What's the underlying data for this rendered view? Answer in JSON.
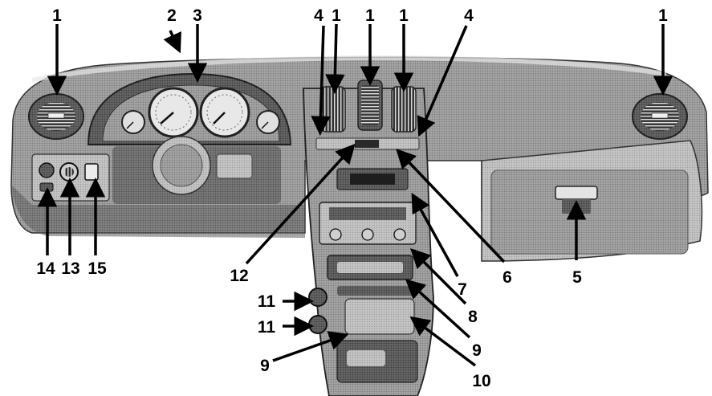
{
  "figure": {
    "background_color": "#ffffff",
    "ink_color": "#000000"
  },
  "callouts": [
    {
      "id": "vent-left",
      "label": "1"
    },
    {
      "id": "vent-center-left",
      "label": "1"
    },
    {
      "id": "vent-center",
      "label": "1"
    },
    {
      "id": "vent-center-right",
      "label": "1"
    },
    {
      "id": "vent-right",
      "label": "1"
    },
    {
      "id": "defroster",
      "label": "2"
    },
    {
      "id": "instrument-cluster",
      "label": "3"
    },
    {
      "id": "side-indicator-left",
      "label": "4"
    },
    {
      "id": "side-indicator-right",
      "label": "4"
    },
    {
      "id": "glovebox-handle",
      "label": "5"
    },
    {
      "id": "clock-display",
      "label": "6"
    },
    {
      "id": "radio",
      "label": "7"
    },
    {
      "id": "climate-controls",
      "label": "8"
    },
    {
      "id": "tray-upper",
      "label": "9"
    },
    {
      "id": "tray-lower",
      "label": "9"
    },
    {
      "id": "console-bin",
      "label": "10"
    },
    {
      "id": "power-outlet-upper",
      "label": "11"
    },
    {
      "id": "power-outlet-lower",
      "label": "11"
    },
    {
      "id": "hazard-switch",
      "label": "12"
    },
    {
      "id": "headlight-knob",
      "label": "13"
    },
    {
      "id": "dimmer-control",
      "label": "14"
    },
    {
      "id": "rear-wiper-switch",
      "label": "15"
    }
  ]
}
